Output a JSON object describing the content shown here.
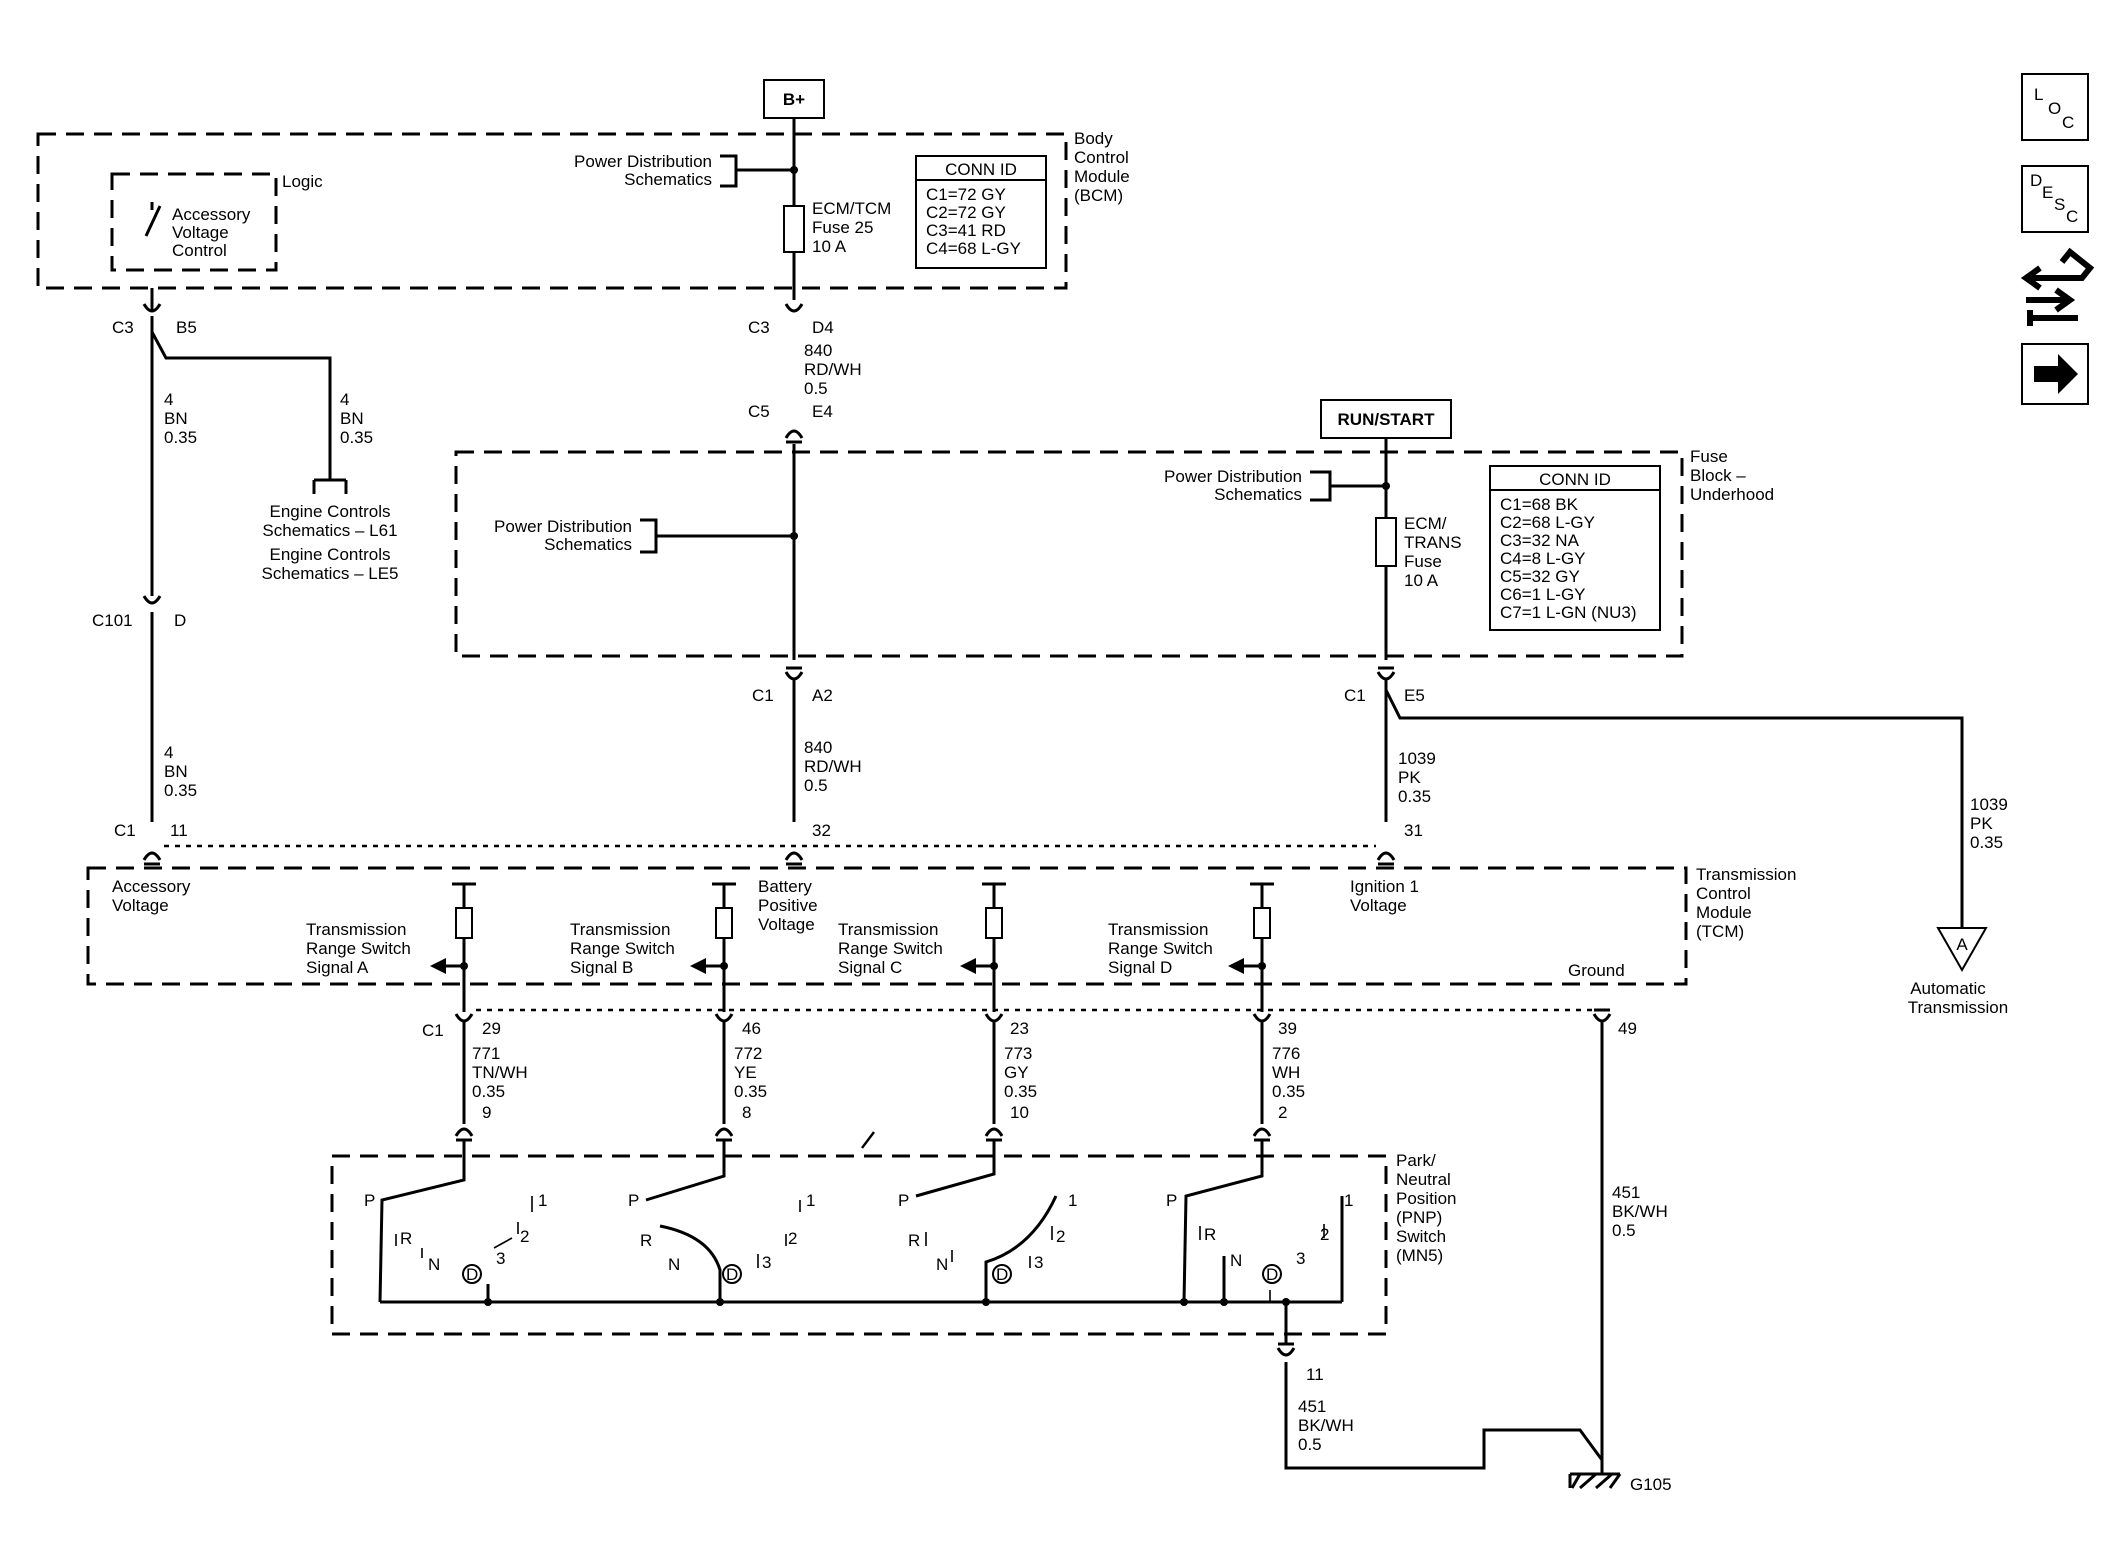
{
  "sources": {
    "battery": "B+",
    "run_start": "RUN/START"
  },
  "bcm": {
    "name_lines": [
      "Body",
      "Control",
      "Module",
      "(BCM)"
    ],
    "logic": "Logic",
    "accessory_lines": [
      "Accessory",
      "Voltage",
      "Control"
    ],
    "power_dist_lines": [
      "Power Distribution",
      "Schematics"
    ],
    "fuse_lines": [
      "ECM/TCM",
      "Fuse 25",
      "10 A"
    ],
    "conn_title": "CONN ID",
    "conn_rows": [
      "C1=72 GY",
      "C2=72 GY",
      "C3=41 RD",
      "C4=68 L-GY"
    ]
  },
  "fuse_block": {
    "name_lines": [
      "Fuse",
      "Block –",
      "Underhood"
    ],
    "power_dist_right_lines": [
      "Power Distribution",
      "Schematics"
    ],
    "power_dist_left_lines": [
      "Power Distribution",
      "Schematics"
    ],
    "fuse_lines": [
      "ECM/",
      "TRANS",
      "Fuse",
      "10 A"
    ],
    "conn_title": "CONN ID",
    "conn_rows": [
      "C1=68 BK",
      "C2=68 L-GY",
      "C3=32 NA",
      "C4=8 L-GY",
      "C5=32 GY",
      "C6=1 L-GY",
      "C7=1 L-GN (NU3)"
    ]
  },
  "engine_controls": {
    "l61_lines": [
      "Engine Controls",
      "Schematics – L61"
    ],
    "le5_lines": [
      "Engine Controls",
      "Schematics – LE5"
    ]
  },
  "connectors": {
    "c3": "C3",
    "b5": "B5",
    "d4": "D4",
    "c5": "C5",
    "e4": "E4",
    "c101": "C101",
    "d": "D",
    "c1_a": "C1",
    "a2": "A2",
    "c1_b": "C1",
    "e5": "E5",
    "c1_c": "C1",
    "p11": "11",
    "p32": "32",
    "p31": "31",
    "c1_d": "C1",
    "p29": "29",
    "p46": "46",
    "p23": "23",
    "p39": "39",
    "p49": "49",
    "p9": "9",
    "p8": "8",
    "p10": "10",
    "p2": "2",
    "p11b": "11"
  },
  "wires": {
    "w4bn_left": [
      "4",
      "BN",
      "0.35"
    ],
    "w4bn_branch": [
      "4",
      "BN",
      "0.35"
    ],
    "w4bn_lower": [
      "4",
      "BN",
      "0.35"
    ],
    "w840_upper": [
      "840",
      "RD/WH",
      "0.5"
    ],
    "w840_lower": [
      "840",
      "RD/WH",
      "0.5"
    ],
    "w1039_left": [
      "1039",
      "PK",
      "0.35"
    ],
    "w1039_right": [
      "1039",
      "PK",
      "0.35"
    ],
    "w771": [
      "771",
      "TN/WH",
      "0.35"
    ],
    "w772": [
      "772",
      "YE",
      "0.35"
    ],
    "w773": [
      "773",
      "GY",
      "0.35"
    ],
    "w776": [
      "776",
      "WH",
      "0.35"
    ],
    "w451_right": [
      "451",
      "BK/WH",
      "0.5"
    ],
    "w451_bottom": [
      "451",
      "BK/WH",
      "0.5"
    ]
  },
  "tcm": {
    "name_lines": [
      "Transmission",
      "Control",
      "Module",
      "(TCM)"
    ],
    "accessory_lines": [
      "Accessory",
      "Voltage"
    ],
    "battery_lines": [
      "Battery",
      "Positive",
      "Voltage"
    ],
    "ignition_lines": [
      "Ignition 1",
      "Voltage"
    ],
    "ground": "Ground",
    "signal_a": [
      "Transmission",
      "Range Switch",
      "Signal A"
    ],
    "signal_b": [
      "Transmission",
      "Range Switch",
      "Signal B"
    ],
    "signal_c": [
      "Transmission",
      "Range Switch",
      "Signal C"
    ],
    "signal_d": [
      "Transmission",
      "Range Switch",
      "Signal D"
    ]
  },
  "automatic_transmission": {
    "ref": "A",
    "lines": [
      "Automatic",
      "Transmission"
    ]
  },
  "pnp": {
    "name_lines": [
      "Park/",
      "Neutral",
      "Position",
      "(PNP)",
      "Switch",
      "(MN5)"
    ],
    "positions": [
      "P",
      "R",
      "N",
      "D",
      "3",
      "2",
      "1"
    ]
  },
  "ground_id": "G105",
  "side_icons": {
    "loc": [
      "L",
      "O",
      "C"
    ],
    "desc": [
      "D",
      "E",
      "S",
      "C"
    ]
  }
}
